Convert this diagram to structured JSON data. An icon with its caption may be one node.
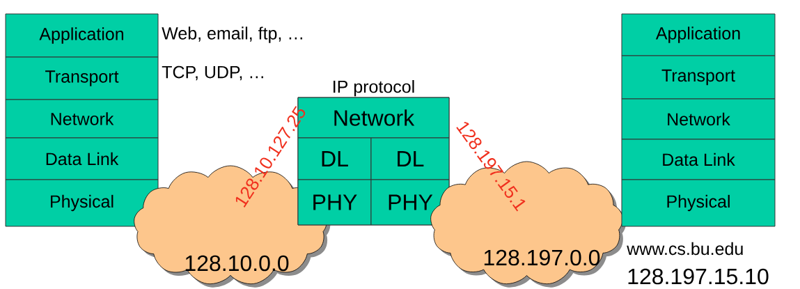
{
  "diagram": {
    "nodes": [
      {
        "text": [
          "Application"
        ]
      },
      {
        "text": [
          "Transport"
        ]
      },
      {
        "text": [
          "Network"
        ]
      },
      {
        "text": [
          "Data Link"
        ]
      },
      {
        "text": [
          "Physical"
        ]
      },
      {
        "text": [
          "IP protocol"
        ]
      },
      {
        "text": [
          "Network"
        ],
        "in": 5
      },
      {
        "text": [
          "DL"
        ],
        "in": 5
      },
      {
        "text": [
          "DL"
        ],
        "in": 5
      },
      {
        "text": [
          "PHY"
        ],
        "in": 5
      },
      {
        "text": [
          "PHY"
        ],
        "in": 5
      },
      {
        "text": [
          "128.10.0.0"
        ]
      },
      {
        "text": [
          "128.197.0.0"
        ]
      },
      {
        "text": [
          "Application"
        ]
      },
      {
        "text": [
          "Transport"
        ]
      },
      {
        "text": [
          "Network"
        ]
      },
      {
        "text": [
          "Data Link"
        ]
      },
      {
        "text": [
          "Physical"
        ]
      }
    ],
    "labels": [
      "Web, email, ftp, …",
      "TCP, UDP, …",
      "128.10.127.25",
      "128.197.15.1",
      "www.cs.bu.edu",
      "128.197.15.10"
    ]
  }
}
